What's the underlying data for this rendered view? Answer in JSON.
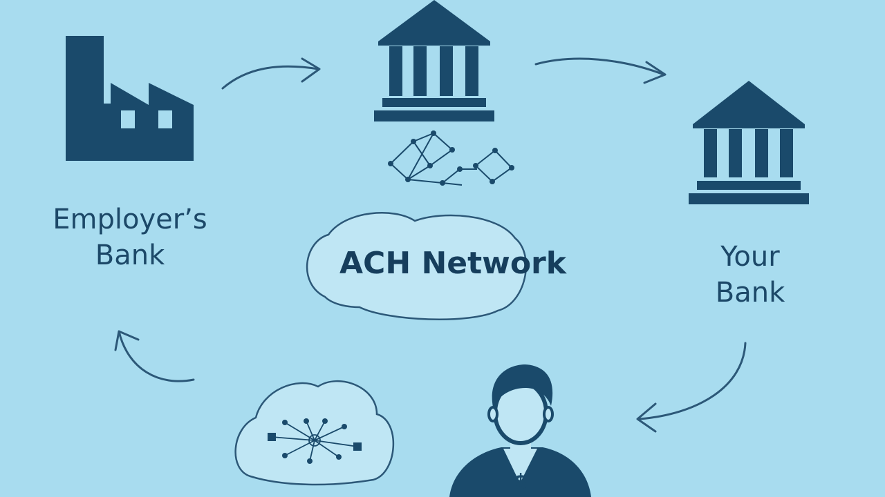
{
  "labels": {
    "employer_line1": "Employer’s",
    "employer_line2": "Bank",
    "your_bank_line1": "Your",
    "your_bank_line2": "Bank",
    "network": "ACH Network"
  },
  "colors": {
    "background": "#a8dcef",
    "icon": "#1a4a6b",
    "cloud_fill": "#bfe6f4",
    "cloud_stroke": "#2c5878",
    "text": "#1c4868"
  },
  "icons": {
    "employer": "factory-icon",
    "central_bank": "bank-building-icon",
    "your_bank": "bank-building-icon",
    "customer": "person-with-dollar-icon",
    "network_graph": "network-nodes-icon",
    "cloud_network": "cloud-network-icon"
  }
}
